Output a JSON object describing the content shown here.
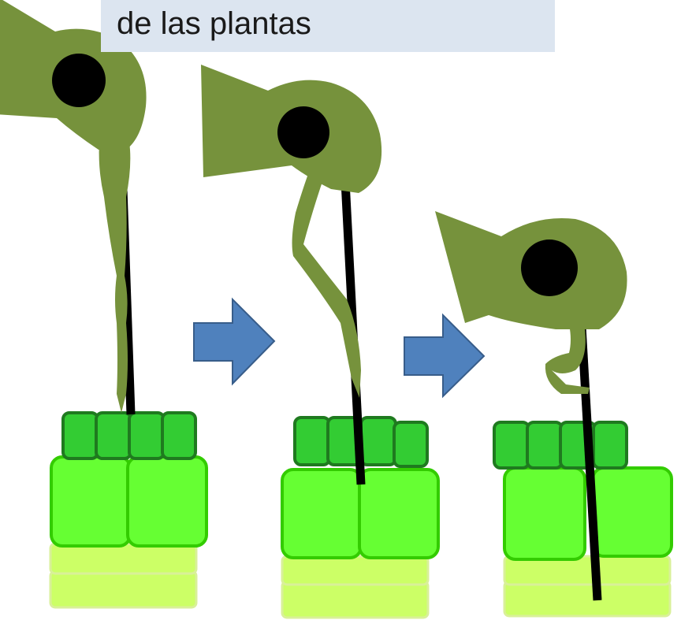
{
  "caption": {
    "text": "de las plantas"
  },
  "colors": {
    "leaf": "#76923c",
    "eye": "#000000",
    "stylet": "#000000",
    "epidermis_fill": "#33cc33",
    "epidermis_stroke": "#1f7a1f",
    "mesophyll_fill": "#66ff33",
    "mesophyll_stroke": "#33cc00",
    "lower_fill": "#ccff66",
    "lower_stroke": "#d9f099",
    "arrow_fill": "#4f81bd",
    "arrow_stroke": "#385d8a"
  },
  "stages": [
    "stage-1",
    "stage-2",
    "stage-3"
  ],
  "arrows": [
    "arrow-1",
    "arrow-2"
  ]
}
